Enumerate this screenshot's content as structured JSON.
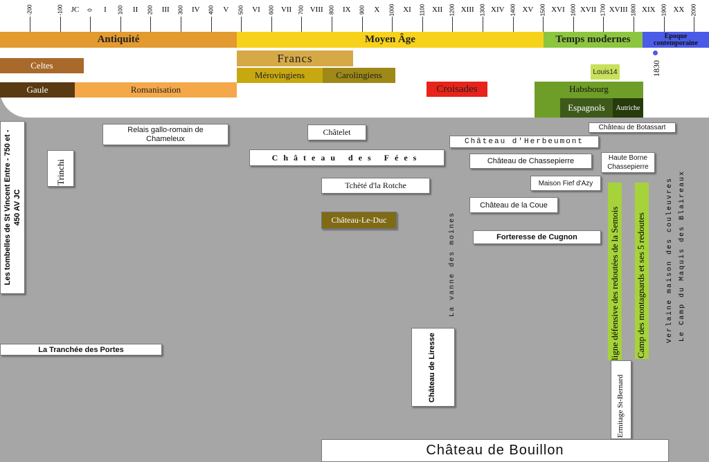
{
  "ruler": {
    "years": [
      "-200",
      "-100",
      "0",
      "100",
      "200",
      "300",
      "400",
      "500",
      "600",
      "700",
      "800",
      "900",
      "1000",
      "1100",
      "1200",
      "1300",
      "1400",
      "1500",
      "1600",
      "1700",
      "1800",
      "1900",
      "2000"
    ],
    "centuries": [
      "JC",
      "I",
      "II",
      "III",
      "IV",
      "V",
      "VI",
      "VII",
      "VIII",
      "IX",
      "X",
      "XI",
      "XII",
      "XIII",
      "XIV",
      "XV",
      "XVI",
      "XVII",
      "XVIII",
      "XIX",
      "XX"
    ]
  },
  "periods": {
    "antiquite": "Antiquité",
    "moyen_age": "Moyen Âge",
    "temps_modernes": "Temps modernes",
    "epoque_contemporaine": "Epoque contemporaine"
  },
  "peoples": {
    "celtes": "Celtes",
    "gaule": "Gaule",
    "romanisation": "Romanisation",
    "francs": "Francs",
    "merovingiens": "Mérovingiens",
    "carolingiens": "Carolingiens",
    "croisades": "Croisades",
    "habsbourg": "Habsbourg",
    "espagnols": "Espagnols",
    "autriche": "Autriche",
    "louis14": "Louis14",
    "year_1830": "1830"
  },
  "sites": {
    "relais": "Relais gallo-romain de Chameleux",
    "chatelet": "Châtelet",
    "botassart": "Château de Botassart",
    "herbeumont": "Château d'Herbeumont",
    "fees": "Château des Fées",
    "chassepierre": "Château de Chassepierre",
    "haute_borne": "Haute Borne Chassepierre",
    "trinchi": "Trinchi",
    "tombelles": "Les tombelles de St Vincent Entre - 750 et - 450 AV JC",
    "rotche": "Tchèté d'la Rotche",
    "fief_azy": "Maison Fief d'Azy",
    "coue": "Château de la Coue",
    "le_duc": "Château-Le-Duc",
    "cugnon": "Forteresse de Cugnon",
    "vanne": "La vanne des moines",
    "redoutes": "ligne défensive des redoutées de la Semois",
    "montagnards": "Camp des montagnards et ses 5 redoutes",
    "verlaine": "Verlaine maison des couleuvres",
    "maquis": "Le Camp du Maquis des Blaireaux",
    "tranchee": "La Tranchée des Portes",
    "liresse": "Château de Liresse",
    "ermitage": "Ermitage St-Bernard",
    "bouillon": "Château de Bouillon"
  },
  "colors": {
    "antiquite": "#e39a2f",
    "moyen_age": "#f7d21a",
    "temps_modernes": "#8cc63f",
    "contemporaine": "#4a5be8",
    "croisades": "#e8231a"
  }
}
